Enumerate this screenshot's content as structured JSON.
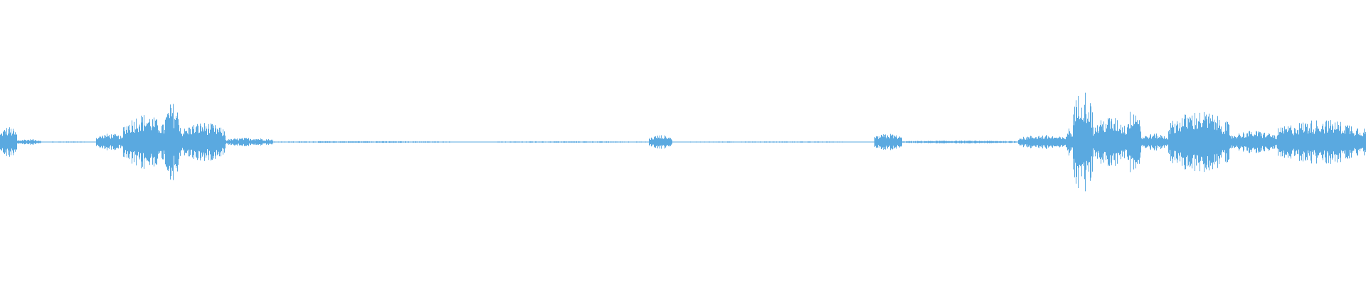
{
  "waveform": {
    "color": "#5aa9e0",
    "background": "#ffffff",
    "segments": [
      {
        "start": 0.0,
        "end": 0.012,
        "peak": 0.11,
        "rms": 0.06
      },
      {
        "start": 0.012,
        "end": 0.03,
        "peak": 0.02,
        "rms": 0.008
      },
      {
        "start": 0.03,
        "end": 0.07,
        "peak": 0.004,
        "rms": 0.002
      },
      {
        "start": 0.07,
        "end": 0.09,
        "peak": 0.06,
        "rms": 0.03
      },
      {
        "start": 0.09,
        "end": 0.12,
        "peak": 0.2,
        "rms": 0.09
      },
      {
        "start": 0.12,
        "end": 0.132,
        "peak": 0.28,
        "rms": 0.12
      },
      {
        "start": 0.132,
        "end": 0.165,
        "peak": 0.14,
        "rms": 0.07
      },
      {
        "start": 0.165,
        "end": 0.2,
        "peak": 0.03,
        "rms": 0.012
      },
      {
        "start": 0.2,
        "end": 0.33,
        "peak": 0.006,
        "rms": 0.003
      },
      {
        "start": 0.33,
        "end": 0.36,
        "peak": 0.002,
        "rms": 0.001
      },
      {
        "start": 0.36,
        "end": 0.475,
        "peak": 0.005,
        "rms": 0.003
      },
      {
        "start": 0.475,
        "end": 0.492,
        "peak": 0.05,
        "rms": 0.025
      },
      {
        "start": 0.492,
        "end": 0.64,
        "peak": 0.004,
        "rms": 0.002
      },
      {
        "start": 0.64,
        "end": 0.66,
        "peak": 0.06,
        "rms": 0.03
      },
      {
        "start": 0.66,
        "end": 0.745,
        "peak": 0.01,
        "rms": 0.004
      },
      {
        "start": 0.745,
        "end": 0.78,
        "peak": 0.05,
        "rms": 0.025
      },
      {
        "start": 0.78,
        "end": 0.785,
        "peak": 0.1,
        "rms": 0.05
      },
      {
        "start": 0.785,
        "end": 0.8,
        "peak": 0.38,
        "rms": 0.18
      },
      {
        "start": 0.8,
        "end": 0.825,
        "peak": 0.18,
        "rms": 0.09
      },
      {
        "start": 0.825,
        "end": 0.835,
        "peak": 0.26,
        "rms": 0.12
      },
      {
        "start": 0.835,
        "end": 0.855,
        "peak": 0.06,
        "rms": 0.03
      },
      {
        "start": 0.855,
        "end": 0.9,
        "peak": 0.22,
        "rms": 0.1
      },
      {
        "start": 0.9,
        "end": 0.935,
        "peak": 0.08,
        "rms": 0.04
      },
      {
        "start": 0.935,
        "end": 1.0,
        "peak": 0.16,
        "rms": 0.07
      }
    ]
  }
}
